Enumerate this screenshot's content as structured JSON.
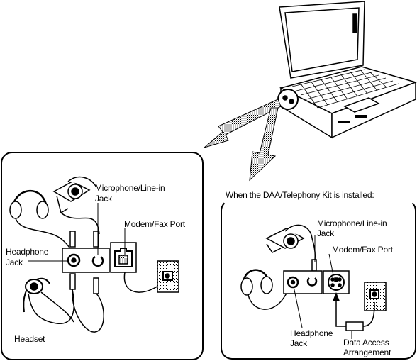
{
  "left_panel": {
    "microphone_jack_label_line1": "Microphone/Line-in",
    "microphone_jack_label_line2": "Jack",
    "modem_port_label": "Modem/Fax Port",
    "headphone_jack_label_line1": "Headphone",
    "headphone_jack_label_line2": "Jack",
    "headset_label": "Headset"
  },
  "right_panel": {
    "caption": "When the DAA/Telephony Kit is installed:",
    "microphone_jack_label_line1": "Microphone/Line-in",
    "microphone_jack_label_line2": "Jack",
    "modem_port_label": "Modem/Fax Port",
    "headphone_jack_label_line1": "Headphone",
    "headphone_jack_label_line2": "Jack",
    "daa_label_line1": "Data Access",
    "daa_label_line2": "Arrangement"
  }
}
